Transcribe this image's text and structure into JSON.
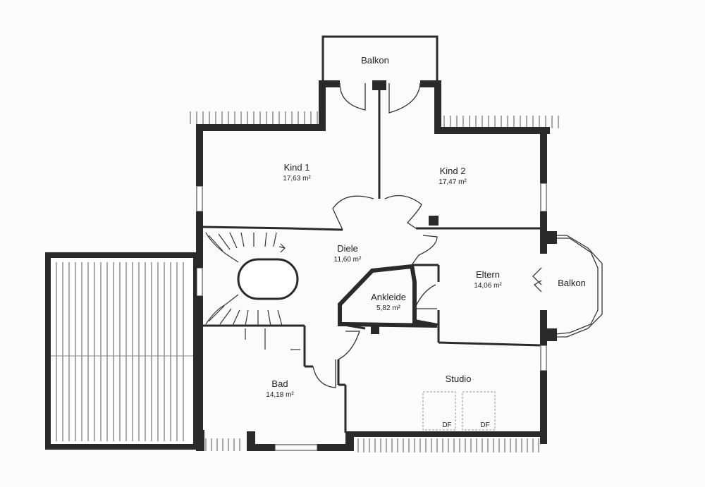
{
  "rooms": [
    {
      "id": "balkon-top",
      "name": "Balkon",
      "area": ""
    },
    {
      "id": "kind1",
      "name": "Kind 1",
      "area": "17,63 m²"
    },
    {
      "id": "kind2",
      "name": "Kind 2",
      "area": "17,47 m²"
    },
    {
      "id": "diele",
      "name": "Diele",
      "area": "11,60 m²"
    },
    {
      "id": "eltern",
      "name": "Eltern",
      "area": "14,06 m²"
    },
    {
      "id": "balkon-right",
      "name": "Balkon",
      "area": ""
    },
    {
      "id": "ankleide",
      "name": "Ankleide",
      "area": "5,82 m²"
    },
    {
      "id": "bad",
      "name": "Bad",
      "area": "14,18 m²"
    },
    {
      "id": "studio",
      "name": "Studio",
      "area": ""
    }
  ],
  "skylights": [
    {
      "label": "DF"
    },
    {
      "label": "DF"
    }
  ]
}
